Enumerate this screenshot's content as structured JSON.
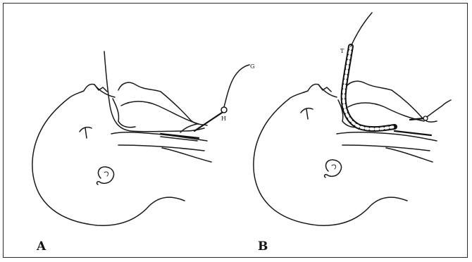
{
  "panels": [
    {
      "id": "A",
      "label": "A",
      "markers": {
        "wire_end": "G",
        "hub": "H"
      }
    },
    {
      "id": "B",
      "label": "B",
      "markers": {
        "tube_tip": "T"
      }
    }
  ]
}
